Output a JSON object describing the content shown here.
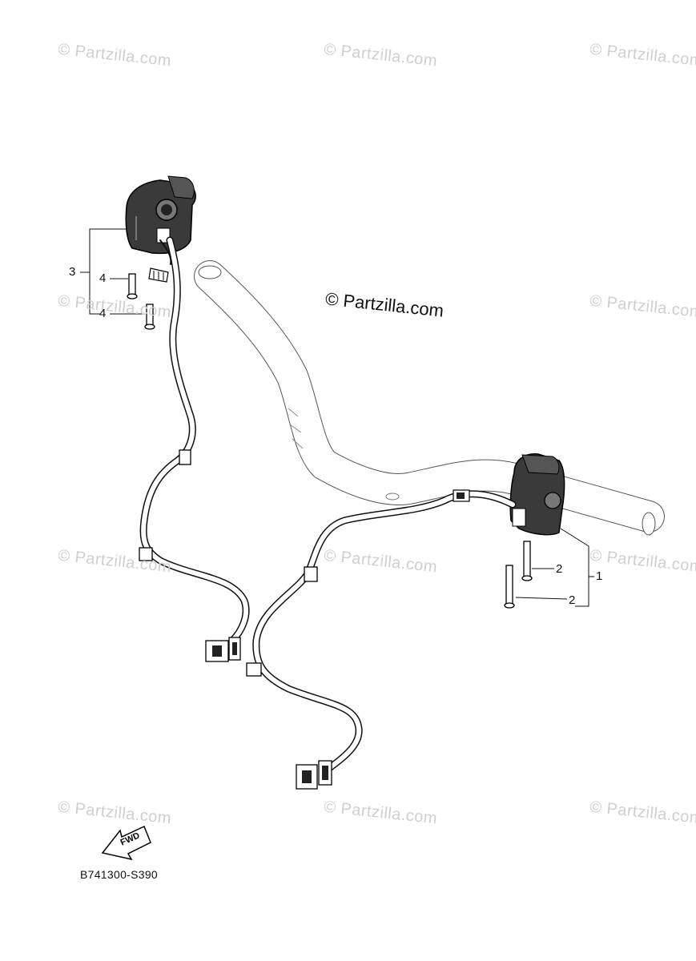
{
  "watermark": {
    "text": "© Partzilla.com",
    "color": "#cfcfcf"
  },
  "center_watermark": "© Partzilla.com",
  "callouts": {
    "c1": "1",
    "c2a": "2",
    "c2b": "2",
    "c3": "3",
    "c4a": "4",
    "c4b": "4"
  },
  "fwd_label": "FWD",
  "diagram_code": "B741300-S390"
}
